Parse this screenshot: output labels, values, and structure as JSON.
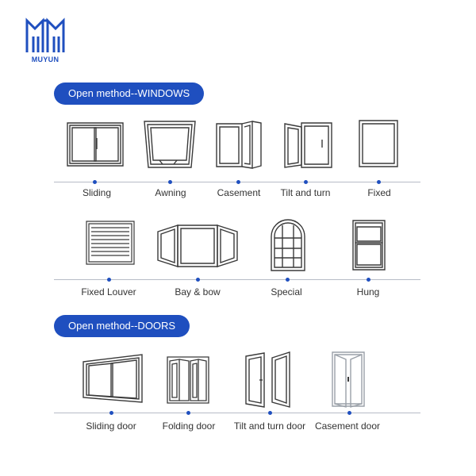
{
  "brand": {
    "name": "MUYUN",
    "color": "#1f4fbf"
  },
  "colors": {
    "accent": "#1f4fbf",
    "line": "#b7bcc6",
    "outline": "#3a3a3a"
  },
  "sections": {
    "windows": {
      "title": "Open method--WINDOWS",
      "rows": [
        {
          "items": [
            {
              "label": "Sliding",
              "icon": "sliding-window-icon"
            },
            {
              "label": "Awning",
              "icon": "awning-window-icon"
            },
            {
              "label": "Casement",
              "icon": "casement-window-icon"
            },
            {
              "label": "Tilt and turn",
              "icon": "tilt-turn-window-icon"
            },
            {
              "label": "Fixed",
              "icon": "fixed-window-icon"
            }
          ]
        },
        {
          "items": [
            {
              "label": "Fixed Louver",
              "icon": "fixed-louver-window-icon"
            },
            {
              "label": "Bay & bow",
              "icon": "bay-bow-window-icon"
            },
            {
              "label": "Special",
              "icon": "arched-window-icon"
            },
            {
              "label": "Hung",
              "icon": "hung-window-icon"
            }
          ]
        }
      ]
    },
    "doors": {
      "title": "Open method--DOORS",
      "rows": [
        {
          "items": [
            {
              "label": "Sliding door",
              "icon": "sliding-door-icon"
            },
            {
              "label": "Folding door",
              "icon": "folding-door-icon"
            },
            {
              "label": "Tilt and turn door",
              "icon": "tilt-turn-door-icon"
            },
            {
              "label": "Casement door",
              "icon": "casement-door-icon"
            }
          ]
        }
      ]
    }
  }
}
